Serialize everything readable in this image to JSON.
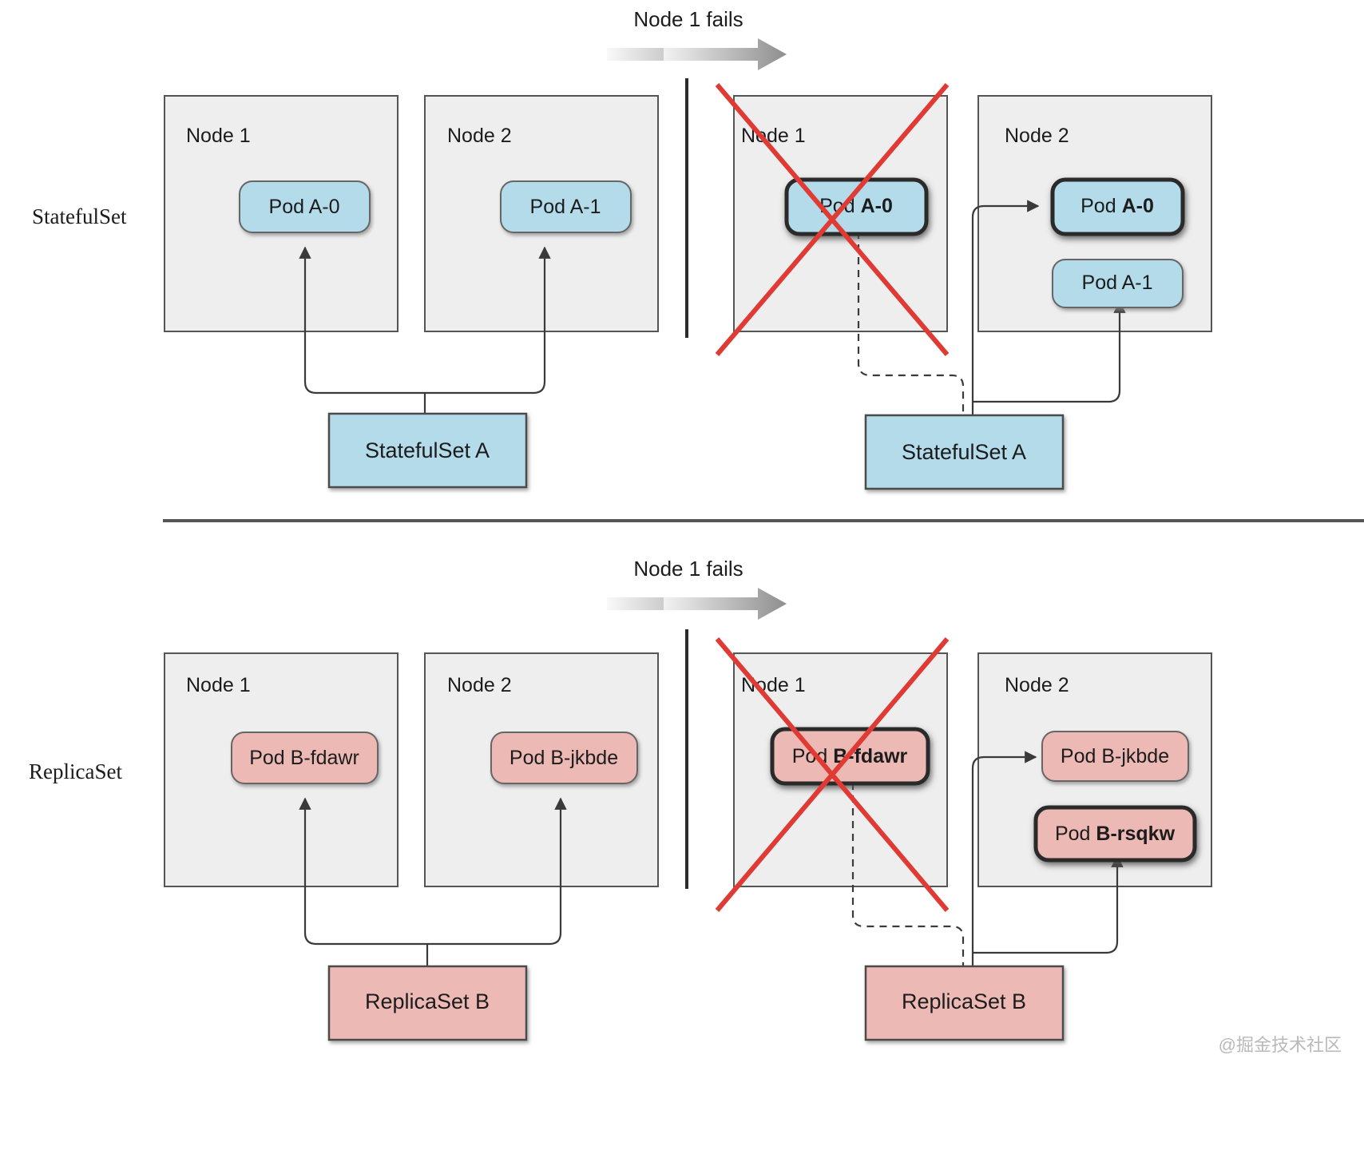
{
  "diagram": {
    "title_watermark": "@掘金技术社区",
    "colors": {
      "pod_blue": "#b3dbea",
      "pod_red": "#edb9b4",
      "node_bg": "#eeeeee",
      "node_border": "#555555",
      "cross_red": "#e03a34",
      "connector": "#3a3a3a"
    },
    "transition_label_top": "Node 1 fails",
    "transition_label_bottom": "Node 1 fails"
  },
  "rows": {
    "statefulset": {
      "side_label": "StatefulSet",
      "before": {
        "nodes": [
          {
            "label": "Node 1",
            "pods": [
              {
                "prefix": "Pod ",
                "name": "A-0",
                "bold": false,
                "highlight": false
              }
            ]
          },
          {
            "label": "Node 2",
            "pods": [
              {
                "prefix": "Pod ",
                "name": "A-1",
                "bold": false,
                "highlight": false
              }
            ]
          }
        ],
        "controller": "StatefulSet A"
      },
      "after": {
        "nodes": [
          {
            "label": "Node 1",
            "failed": true,
            "pods": [
              {
                "prefix": "Pod ",
                "name": "A-0",
                "bold": true,
                "highlight": true
              }
            ]
          },
          {
            "label": "Node 2",
            "failed": false,
            "pods": [
              {
                "prefix": "Pod ",
                "name": "A-0",
                "bold": true,
                "highlight": true
              },
              {
                "prefix": "Pod ",
                "name": "A-1",
                "bold": false,
                "highlight": false
              }
            ]
          }
        ],
        "controller": "StatefulSet A"
      }
    },
    "replicaset": {
      "side_label": "ReplicaSet",
      "before": {
        "nodes": [
          {
            "label": "Node 1",
            "pods": [
              {
                "prefix": "Pod ",
                "name": "B-fdawr",
                "bold": false,
                "highlight": false
              }
            ]
          },
          {
            "label": "Node 2",
            "pods": [
              {
                "prefix": "Pod ",
                "name": "B-jkbde",
                "bold": false,
                "highlight": false
              }
            ]
          }
        ],
        "controller": "ReplicaSet B"
      },
      "after": {
        "nodes": [
          {
            "label": "Node 1",
            "failed": true,
            "pods": [
              {
                "prefix": "Pod ",
                "name": "B-fdawr",
                "bold": true,
                "highlight": true
              }
            ]
          },
          {
            "label": "Node 2",
            "failed": false,
            "pods": [
              {
                "prefix": "Pod ",
                "name": "B-jkbde",
                "bold": false,
                "highlight": false
              },
              {
                "prefix": "Pod ",
                "name": "B-rsqkw",
                "bold": true,
                "highlight": true
              }
            ]
          }
        ],
        "controller": "ReplicaSet B"
      }
    }
  }
}
